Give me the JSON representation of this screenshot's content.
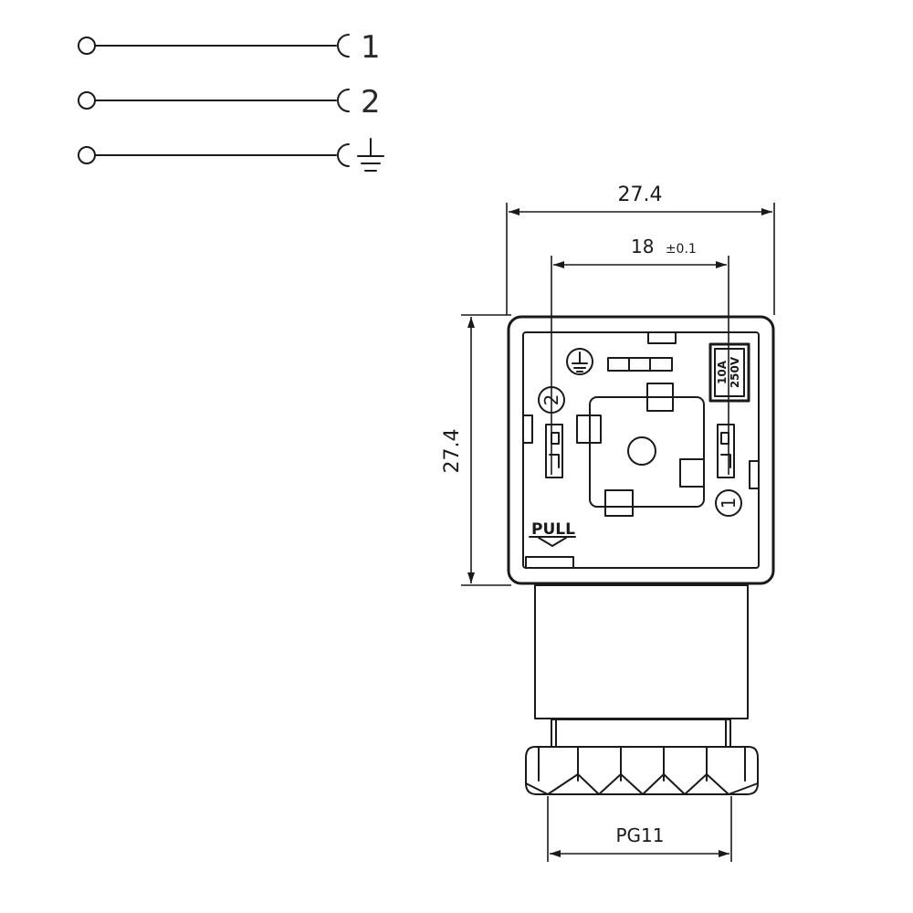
{
  "wiring": {
    "pins": [
      "1",
      "2"
    ],
    "earth": "ground-symbol"
  },
  "dimensions": {
    "housing_width": "27.4",
    "housing_height": "27.4",
    "pin_spacing": "18",
    "pin_spacing_tolerance": "±0.1",
    "gland_thread": "PG11"
  },
  "face": {
    "fuse_current": "10A",
    "fuse_voltage": "250V",
    "pull_label": "PULL",
    "terminal_1": "1",
    "terminal_2": "2"
  },
  "colors": {
    "line": "#1a1a1a",
    "background": "#ffffff"
  }
}
